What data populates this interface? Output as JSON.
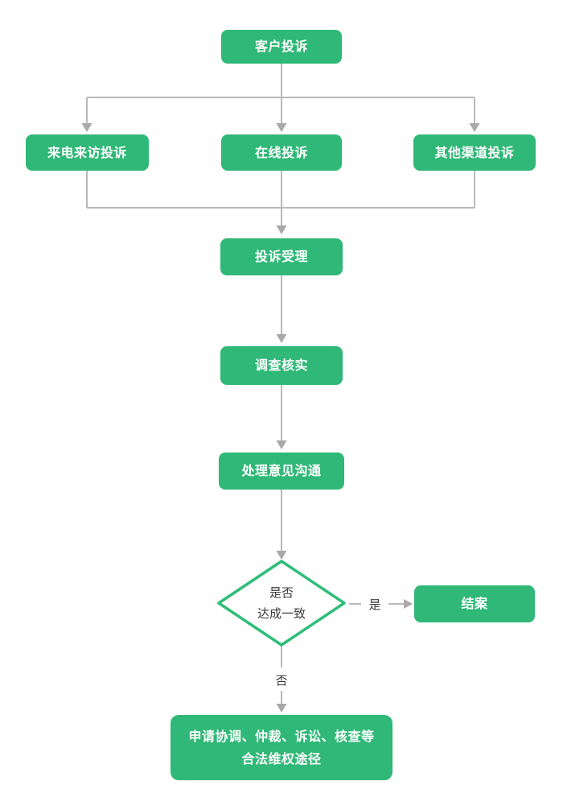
{
  "flowchart": {
    "nodes": {
      "customer_complaint": {
        "label": "客户投诉"
      },
      "phone_visit_complaint": {
        "label": "来电来访投诉"
      },
      "online_complaint": {
        "label": "在线投诉"
      },
      "other_channel_complaint": {
        "label": "其他渠道投诉"
      },
      "complaint_acceptance": {
        "label": "投诉受理"
      },
      "investigation": {
        "label": "调查核实"
      },
      "opinion_communication": {
        "label": "处理意见沟通"
      },
      "decision_agreement": {
        "line1": "是否",
        "line2": "达成一致"
      },
      "case_closed": {
        "label": "结案"
      },
      "legal_rights_channels": {
        "line1": "申请协调、仲裁、诉讼、核查等",
        "line2": "合法维权途径"
      }
    },
    "edge_labels": {
      "yes": "是",
      "no": "否"
    },
    "colors": {
      "node_fill": "#2fb877",
      "diamond_stroke": "#2ebd78",
      "connector": "#b9b9b9",
      "arrowhead": "#a9a9a9",
      "label_text": "#3b3b3b",
      "node_text": "#ffffff"
    }
  }
}
